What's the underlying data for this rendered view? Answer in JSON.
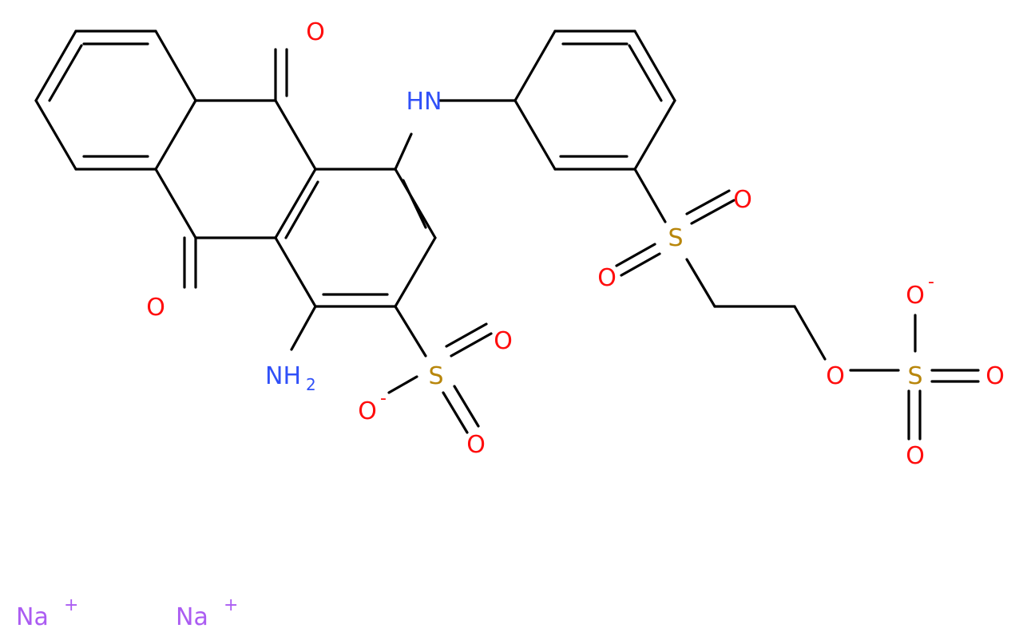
{
  "colors": {
    "oxygen": "#ff0d0d",
    "nitrogen": "#3050f8",
    "sulfur": "#b8860b",
    "sodium": "#ab5cf2",
    "bond": "#000000"
  },
  "labels": {
    "ketone_top_o": "O",
    "ketone_bottom_o": "O",
    "amine_nh": "HN",
    "amino_n": "NH",
    "amino_h_count": "2",
    "sulfonate_s": "S",
    "sulfonate_o1": "O",
    "sulfonate_o2": "O",
    "sulfonate_o_minus": "O",
    "sulfonate_charge": "-",
    "sulfonyl_s": "S",
    "sulfonyl_o1": "O",
    "sulfonyl_o2": "O",
    "ester_o": "O",
    "sulfate_s": "S",
    "sulfate_o_minus": "O",
    "sulfate_charge": "-",
    "sulfate_o1": "O",
    "sulfate_o2": "O",
    "sodium_1": "Na",
    "sodium_1_charge": "+",
    "sodium_2": "Na",
    "sodium_2_charge": "+"
  }
}
